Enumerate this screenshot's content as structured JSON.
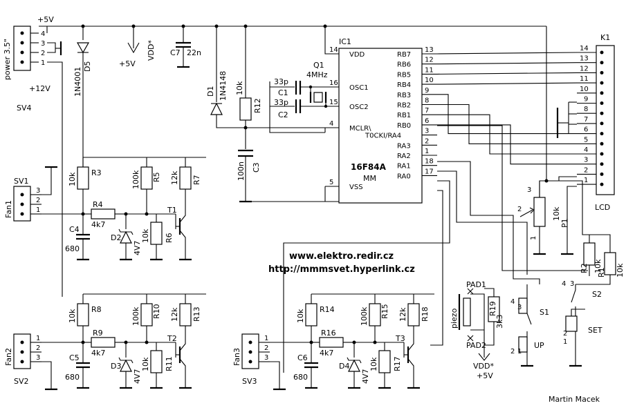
{
  "title_lines": [
    {
      "text": "www.elektro.redir.cz"
    },
    {
      "text": "http://mmmsvet.hyperlink.cz"
    }
  ],
  "author": "Martin Macek",
  "power": {
    "name": "SV4",
    "label": "power 3.5\"",
    "v5": "+5V",
    "v12": "+12V",
    "pins": [
      "4",
      "3",
      "2",
      "1"
    ]
  },
  "ic": {
    "ref": "IC1",
    "part": "16F84A",
    "pkg": "MM",
    "pins_left": [
      {
        "num": "14",
        "name": "VDD"
      },
      {
        "num": "16",
        "name": "OSC1"
      },
      {
        "num": "15",
        "name": "OSC2"
      },
      {
        "num": "4",
        "name": "MCLR\\"
      },
      {
        "num": "5",
        "name": "VSS"
      }
    ],
    "pins_right": [
      {
        "num": "13",
        "name": "RB7"
      },
      {
        "num": "12",
        "name": "RB6"
      },
      {
        "num": "11",
        "name": "RB5"
      },
      {
        "num": "10",
        "name": "RB4"
      },
      {
        "num": "9",
        "name": "RB3"
      },
      {
        "num": "8",
        "name": "RB2"
      },
      {
        "num": "7",
        "name": "RB1"
      },
      {
        "num": "6",
        "name": "RB0"
      },
      {
        "num": "3",
        "name": "T0CKI/RA4"
      },
      {
        "num": "2",
        "name": "RA3"
      },
      {
        "num": "1",
        "name": "RA2"
      },
      {
        "num": "18",
        "name": "RA1"
      },
      {
        "num": "17",
        "name": "RA0"
      }
    ]
  },
  "lcd": {
    "ref": "K1",
    "name": "LCD",
    "pins": [
      "14",
      "13",
      "12",
      "11",
      "10",
      "9",
      "8",
      "7",
      "6",
      "5",
      "4",
      "3",
      "2",
      "1"
    ]
  },
  "top_parts": {
    "d5": {
      "ref": "D5",
      "value": "1N4001"
    },
    "vdd": "VDD*",
    "c7": {
      "ref": "C7",
      "value": "22n"
    },
    "d1": {
      "ref": "D1",
      "value": "1N4148"
    },
    "r12": {
      "ref": "R12",
      "value": "10k"
    },
    "c3": {
      "ref": "C3",
      "value": "100n"
    },
    "q1": {
      "ref": "Q1",
      "value": "4MHz"
    },
    "c1": {
      "ref": "C1",
      "value": "33p"
    },
    "c2": {
      "ref": "C2",
      "value": "33p"
    }
  },
  "fans": [
    {
      "ref": "SV1",
      "label": "Fan1",
      "r_top": {
        "ref": "R3",
        "value": "10k"
      },
      "r_ser": {
        "ref": "R4",
        "value": "4k7"
      },
      "c": {
        "ref": "C4",
        "value": "680"
      },
      "z": {
        "ref": "D2",
        "value": "4V7"
      },
      "r_div": {
        "ref": "R5",
        "value": "100k"
      },
      "r_lo": {
        "ref": "R6",
        "value": "10k"
      },
      "r_c": {
        "ref": "R7",
        "value": "12k"
      },
      "t": "T1"
    },
    {
      "ref": "SV2",
      "label": "Fan2",
      "r_top": {
        "ref": "R8",
        "value": "10k"
      },
      "r_ser": {
        "ref": "R9",
        "value": "4k7"
      },
      "c": {
        "ref": "C5",
        "value": "680"
      },
      "z": {
        "ref": "D3",
        "value": "4V7"
      },
      "r_div": {
        "ref": "R10",
        "value": "100k"
      },
      "r_lo": {
        "ref": "R11",
        "value": "10k"
      },
      "r_c": {
        "ref": "R13",
        "value": "12k"
      },
      "t": "T2"
    },
    {
      "ref": "SV3",
      "label": "Fan3",
      "r_top": {
        "ref": "R14",
        "value": "10k"
      },
      "r_ser": {
        "ref": "R16",
        "value": "4k7"
      },
      "c": {
        "ref": "C6",
        "value": "680"
      },
      "z": {
        "ref": "D4",
        "value": "4V7"
      },
      "r_div": {
        "ref": "R15",
        "value": "100k"
      },
      "r_lo": {
        "ref": "R17",
        "value": "10k"
      },
      "r_c": {
        "ref": "R18",
        "value": "12k"
      },
      "t": "T3"
    }
  ],
  "misc": {
    "p1": {
      "ref": "P1",
      "value": "10k"
    },
    "r1": {
      "ref": "R1",
      "value": "10k"
    },
    "r2": {
      "ref": "R2",
      "value": "10k"
    },
    "r19": {
      "ref": "R19",
      "value": "3k3"
    },
    "piezo": "piezo",
    "pad1": "PAD1",
    "pad2": "PAD2",
    "vdd2": "VDD*",
    "v5b": "+5V",
    "s1": {
      "ref": "S1",
      "name": "UP"
    },
    "s2": {
      "ref": "S2",
      "name": "SET"
    }
  }
}
